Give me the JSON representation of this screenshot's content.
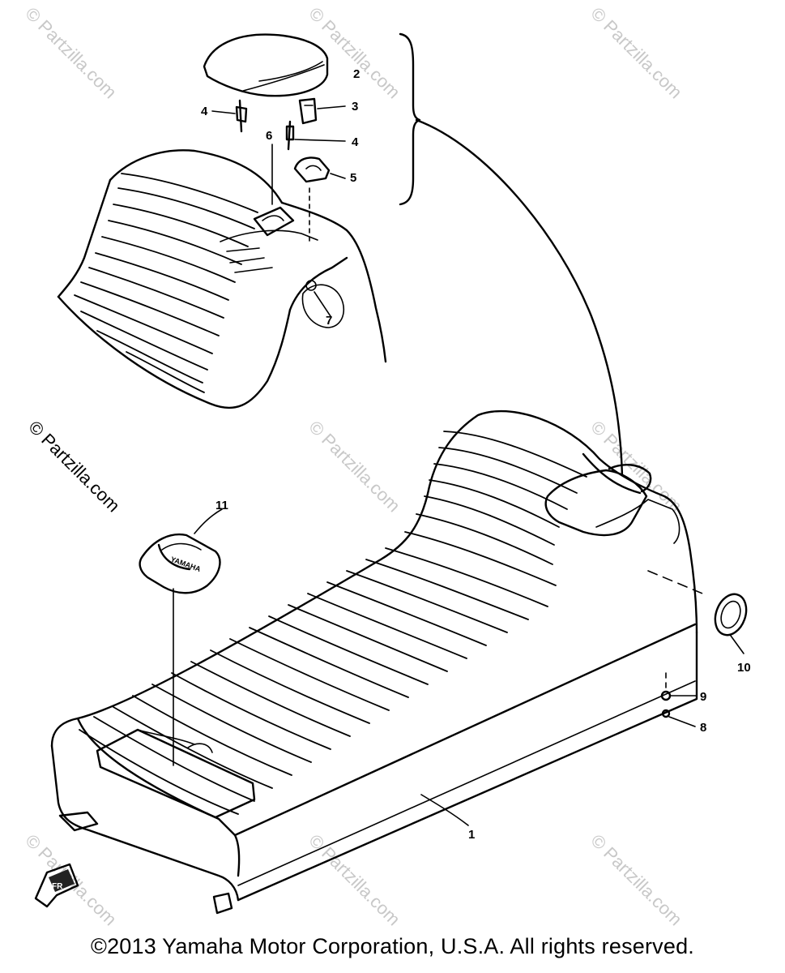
{
  "diagram": {
    "callouts": [
      "1",
      "2",
      "3",
      "4",
      "4",
      "5",
      "6",
      "7",
      "8",
      "9",
      "10",
      "11"
    ],
    "watermark": "© Partzilla.com",
    "tag_text": "YAMAHA",
    "fr_label": "FR"
  },
  "footer": {
    "copyright": "©2013 Yamaha Motor Corporation, U.S.A. All rights reserved."
  }
}
